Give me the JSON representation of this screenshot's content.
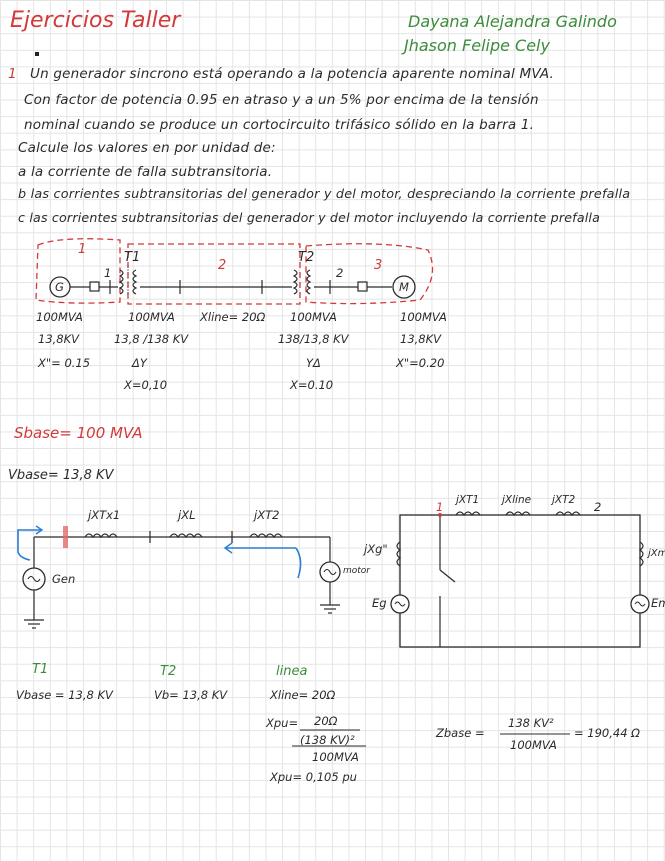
{
  "title": "Ejercicios Taller",
  "authors": [
    "Dayana Alejandra Galindo",
    "Jhason Felipe Cely"
  ],
  "problem": {
    "number": "1",
    "lines": [
      "Un generador sincrono está operando a la potencia aparente nominal MVA.",
      "Con factor de potencia 0.95 en atraso y a un 5% por encima de la tensión",
      "nominal cuando se produce un cortocircuito trifásico sólido en la barra 1.",
      "Calcule los valores en por unidad de:"
    ],
    "items": [
      "a la corriente de falla subtransitoria.",
      "b las corrientes subtransitorias del generador y del motor, despreciando la corriente prefalla",
      "c las corrientes subtransitorias del generador y del motor incluyendo la corriente prefalla"
    ]
  },
  "diagram": {
    "zones": [
      "1",
      "2",
      "3"
    ],
    "buses": [
      "1",
      "2"
    ],
    "gen_symbol": "G",
    "motor_symbol": "M",
    "t1_label": "T1",
    "t2_label": "T2",
    "line_label": "Xline= 20Ω",
    "gen_data": [
      "100MVA",
      "13,8KV",
      "X\"= 0.15"
    ],
    "t1_data": [
      "100MVA",
      "13,8 /138 KV",
      "ΔY",
      "X=0,10"
    ],
    "t2_data": [
      "100MVA",
      "138/13,8 KV",
      "YΔ",
      "X=0.10"
    ],
    "motor_data": [
      "100MVA",
      "13,8KV",
      "X\"=0.20"
    ]
  },
  "sbase": "Sbase= 100 MVA",
  "vbase": "Vbase= 13,8 KV",
  "circuit1": {
    "labels": [
      "jXTx1",
      "jXL",
      "jXT2"
    ],
    "gen_label": "Gen",
    "motor_label": "motor"
  },
  "circuit2": {
    "node1": "1",
    "node2": "2",
    "labels": [
      "jXT1",
      "jXline",
      "jXT2"
    ],
    "xg": "jXg\"",
    "xm": "jXm\"",
    "eg": "Eg",
    "em": "Em"
  },
  "t1_block": {
    "title": "T1",
    "value": "Vbase = 13,8 KV"
  },
  "t2_block": {
    "title": "T2",
    "value": "Vb= 13,8 KV"
  },
  "line_block": {
    "title": "linea",
    "xline": "Xline= 20Ω",
    "xpu_lhs": "Xpu=",
    "num": "20Ω",
    "den1": "(138 KV)²",
    "den2": "100MVA",
    "result": "Xpu= 0,105 pu"
  },
  "zbase": {
    "lhs": "Zbase =",
    "num": "138 KV²",
    "den": "100MVA",
    "result": "= 190,44 Ω"
  },
  "colors": {
    "red": "#d23a3a",
    "green": "#3c8c3c",
    "blue": "#2a7fd4",
    "ink": "#2b2b2b"
  }
}
